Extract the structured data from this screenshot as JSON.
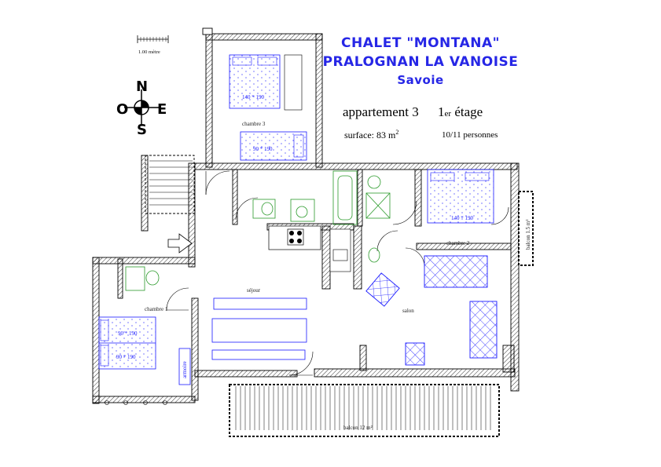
{
  "header": {
    "title_line1": "CHALET \"MONTANA\"",
    "title_line2": "PRALOGNAN LA VANOISE",
    "title_line3": "Savoie",
    "apartment": "appartement 3",
    "floor_number": "1",
    "floor_suffix": "er",
    "floor_word": "étage",
    "surface_label": "surface: 83 m",
    "surface_exponent": "2",
    "capacity": "10/11 personnes"
  },
  "scale": {
    "label": "1.00 mètre"
  },
  "compass": {
    "north": "N",
    "west": "O",
    "east": "E",
    "south": "S"
  },
  "rooms": {
    "chambre3": "chambre 3",
    "chambre2": "chambre 2",
    "chambre1": "chambre 1",
    "sejour": "séjour",
    "salon": "salon",
    "balcon_small": "balcon 1.5 m²",
    "balcon_large": "balcon 12 m²",
    "armoire": "armoire"
  },
  "beds": {
    "ch3_double": "140 * 190",
    "ch3_single": "90 * 190",
    "ch2_double": "140 * 190",
    "ch1_single_a": "90 * 190",
    "ch1_single_b": "90 * 190"
  },
  "colors": {
    "title": "#2626e6",
    "furniture": "#1a1aff",
    "sanitary": "#2a9a2a",
    "wall": "#000000"
  }
}
